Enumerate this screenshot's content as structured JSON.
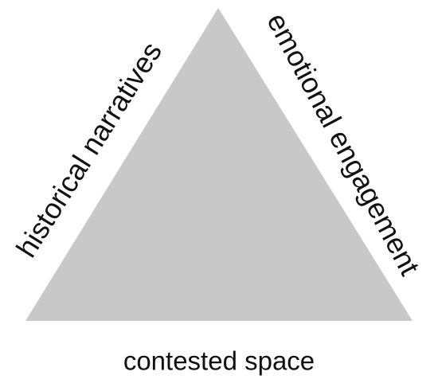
{
  "diagram": {
    "triangle_color": "#c8c8c8",
    "left_side_label": "historical narratives",
    "right_side_label": "emotional engagement",
    "bottom_label": "contested space"
  }
}
